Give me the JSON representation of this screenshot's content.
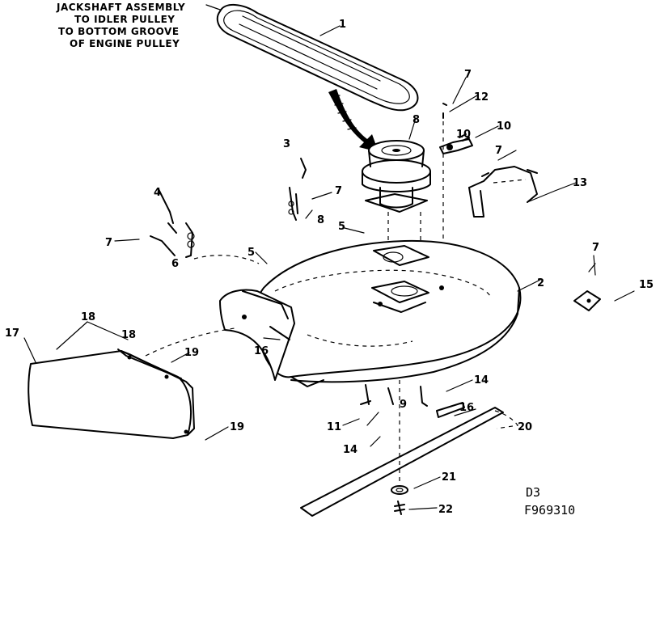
{
  "note": {
    "line1": "JACKSHAFT ASSEMBLY",
    "line2": "TO IDLER PULLEY",
    "line3": "TO BOTTOM GROOVE",
    "line4": "OF ENGINE PULLEY"
  },
  "drawing": {
    "code": "D3",
    "number": "F969310"
  },
  "callouts": {
    "c1": "1",
    "c2": "2",
    "c3": "3",
    "c4": "4",
    "c5a": "5",
    "c5b": "5",
    "c6": "6",
    "c7a": "7",
    "c7b": "7",
    "c7c": "7",
    "c7d": "7",
    "c7e": "7",
    "c8a": "8",
    "c8b": "8",
    "c9": "9",
    "c10": "10",
    "c10b": "10",
    "c11": "11",
    "c12": "12",
    "c13": "13",
    "c14a": "14",
    "c14b": "14",
    "c15": "15",
    "c16a": "16",
    "c16b": "16",
    "c17": "17",
    "c18a": "18",
    "c18b": "18",
    "c19a": "19",
    "c19b": "19",
    "c20": "20",
    "c21": "21",
    "c22": "22"
  }
}
